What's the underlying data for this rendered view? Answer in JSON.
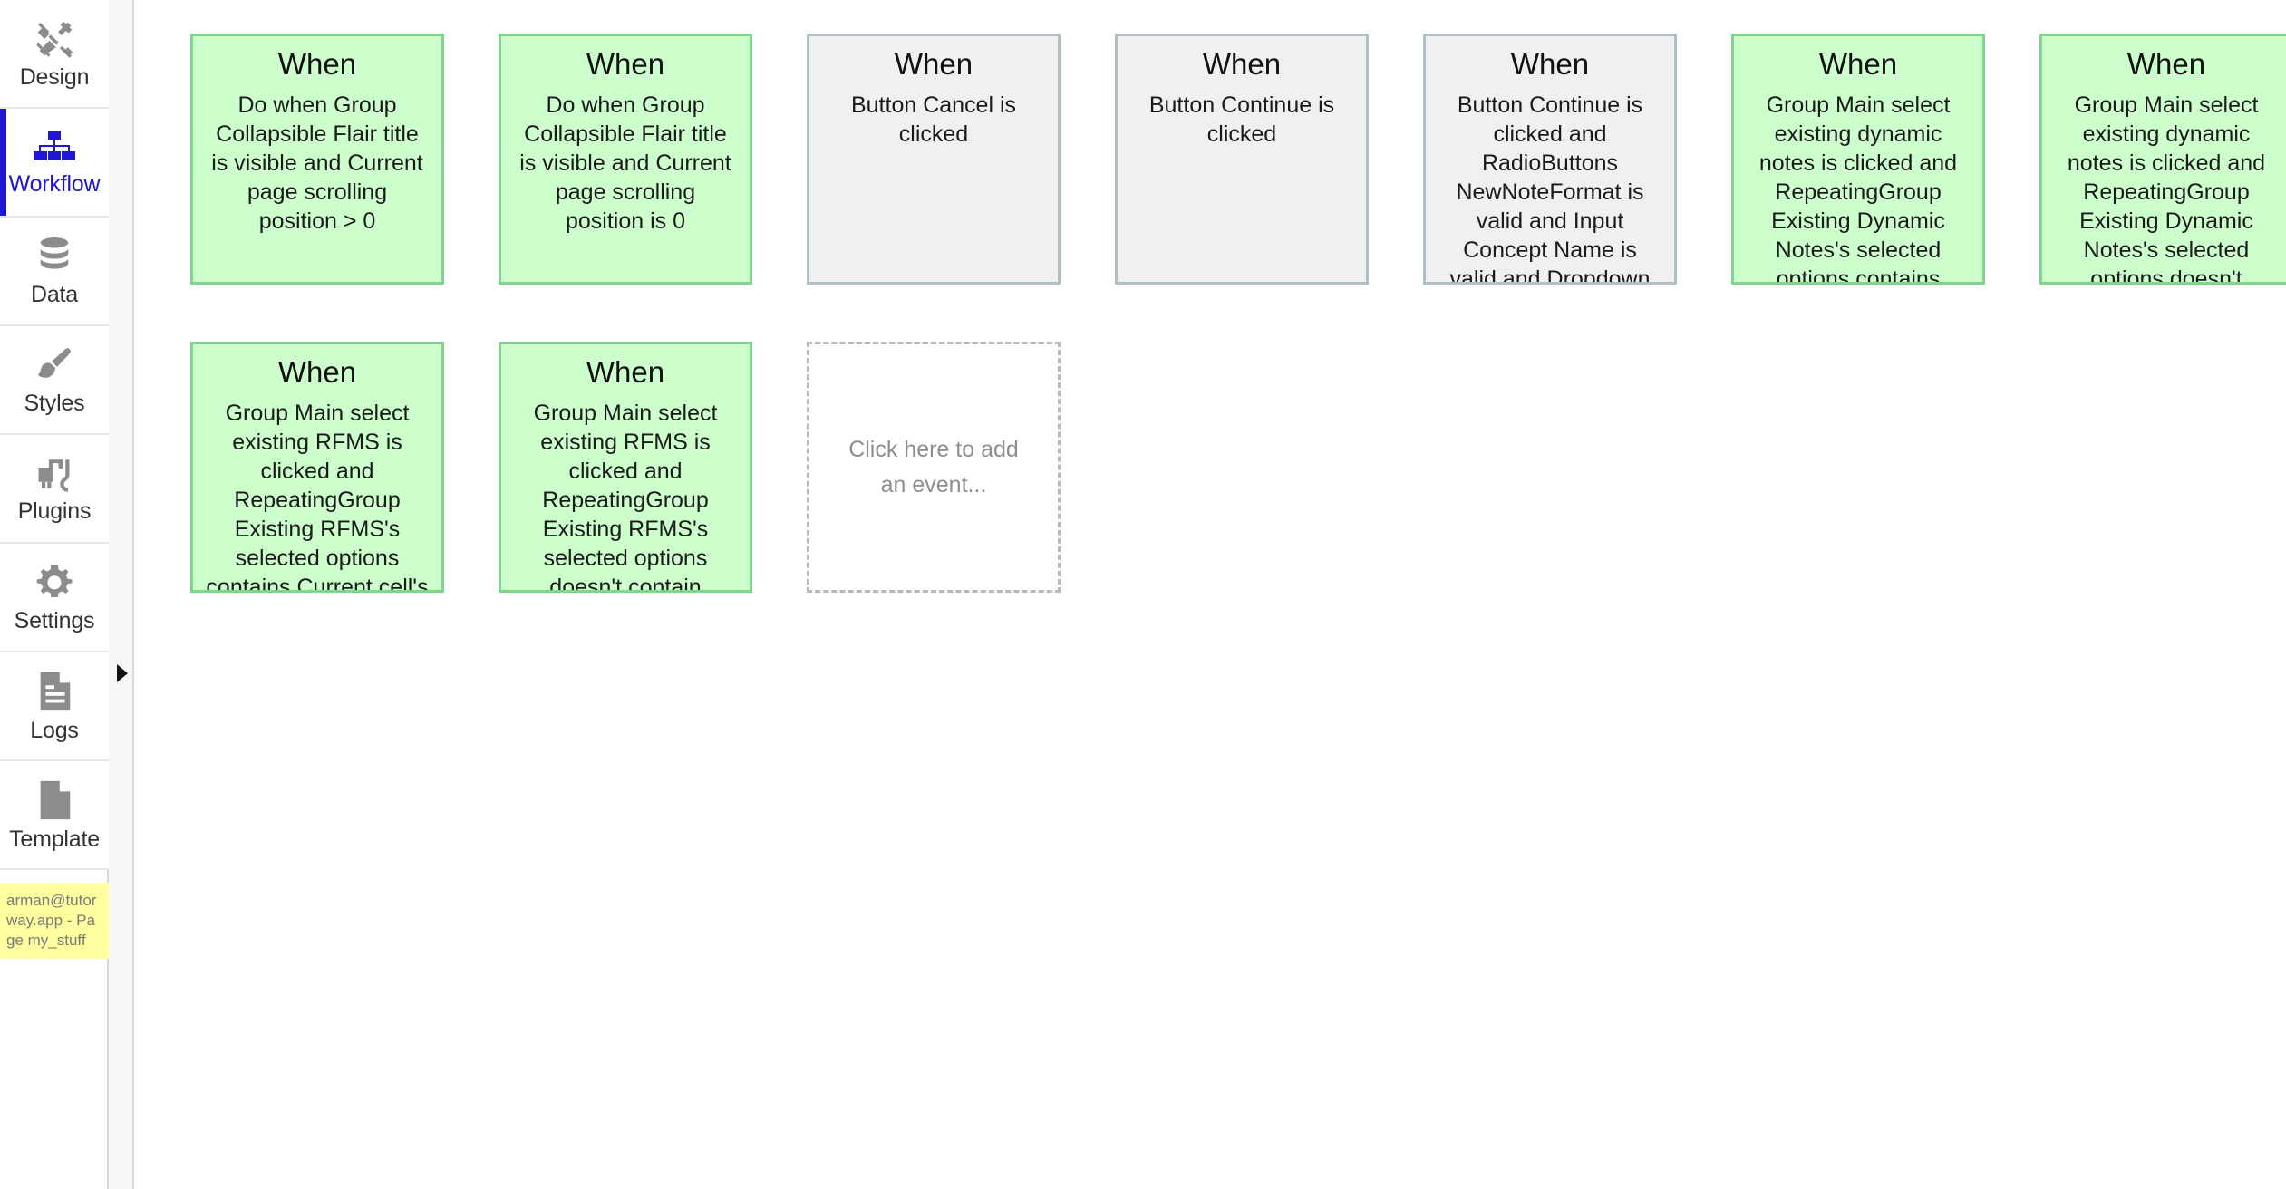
{
  "sidebar": {
    "items": [
      {
        "label": "Design",
        "icon": "design-tools-icon",
        "active": false
      },
      {
        "label": "Workflow",
        "icon": "workflow-hierarchy-icon",
        "active": true
      },
      {
        "label": "Data",
        "icon": "database-icon",
        "active": false
      },
      {
        "label": "Styles",
        "icon": "paintbrush-icon",
        "active": false
      },
      {
        "label": "Plugins",
        "icon": "plug-icon",
        "active": false
      },
      {
        "label": "Settings",
        "icon": "gear-icon",
        "active": false
      },
      {
        "label": "Logs",
        "icon": "document-lines-icon",
        "active": false
      },
      {
        "label": "Template",
        "icon": "page-icon",
        "active": false
      }
    ],
    "note": "arman@tutorway.app - Page my_stuff",
    "active_color": "#1f16d6",
    "note_color": "#ffffa0"
  },
  "collapse_strip": {
    "arrow_icon": "triangle-right-icon"
  },
  "canvas": {
    "colors": {
      "green_bg": "#ccffcc",
      "green_border": "#7fd68a",
      "gray_bg": "#f0f0f0",
      "gray_border": "#b0bec5",
      "placeholder_border": "#b8b8b8"
    },
    "cards": [
      {
        "title": "When",
        "body": "Do when Group Collapsible Flair title is visible and Current page scrolling position > 0",
        "style": "green",
        "col": 0,
        "row": 0
      },
      {
        "title": "When",
        "body": "Do when Group Collapsible Flair title is visible and Current page scrolling position is 0",
        "style": "green",
        "col": 1,
        "row": 0
      },
      {
        "title": "When",
        "body": "Button Cancel is clicked",
        "style": "gray",
        "col": 2,
        "row": 0
      },
      {
        "title": "When",
        "body": "Button Continue is clicked",
        "style": "gray",
        "col": 3,
        "row": 0
      },
      {
        "title": "When",
        "body": "Button Continue is clicked and RadioButtons NewNoteFormat is valid and Input Concept Name is valid and Dropdown",
        "style": "gray",
        "col": 4,
        "row": 0
      },
      {
        "title": "When",
        "body": "Group Main select existing dynamic notes is clicked and RepeatingGroup Existing Dynamic Notes's selected options contains",
        "style": "green",
        "col": 5,
        "row": 0
      },
      {
        "title": "When",
        "body": "Group Main select existing dynamic notes is clicked and RepeatingGroup Existing Dynamic Notes's selected options doesn't",
        "style": "green",
        "col": 6,
        "row": 0
      },
      {
        "title": "When",
        "body": "Group Main select existing RFMS is clicked and RepeatingGroup Existing RFMS's selected options contains Current cell's",
        "style": "green",
        "col": 0,
        "row": 1
      },
      {
        "title": "When",
        "body": "Group Main select existing RFMS is clicked and RepeatingGroup Existing RFMS's selected options doesn't contain",
        "style": "green",
        "col": 1,
        "row": 1
      }
    ],
    "placeholder": {
      "text": "Click here to add an event...",
      "col": 2,
      "row": 1
    }
  }
}
